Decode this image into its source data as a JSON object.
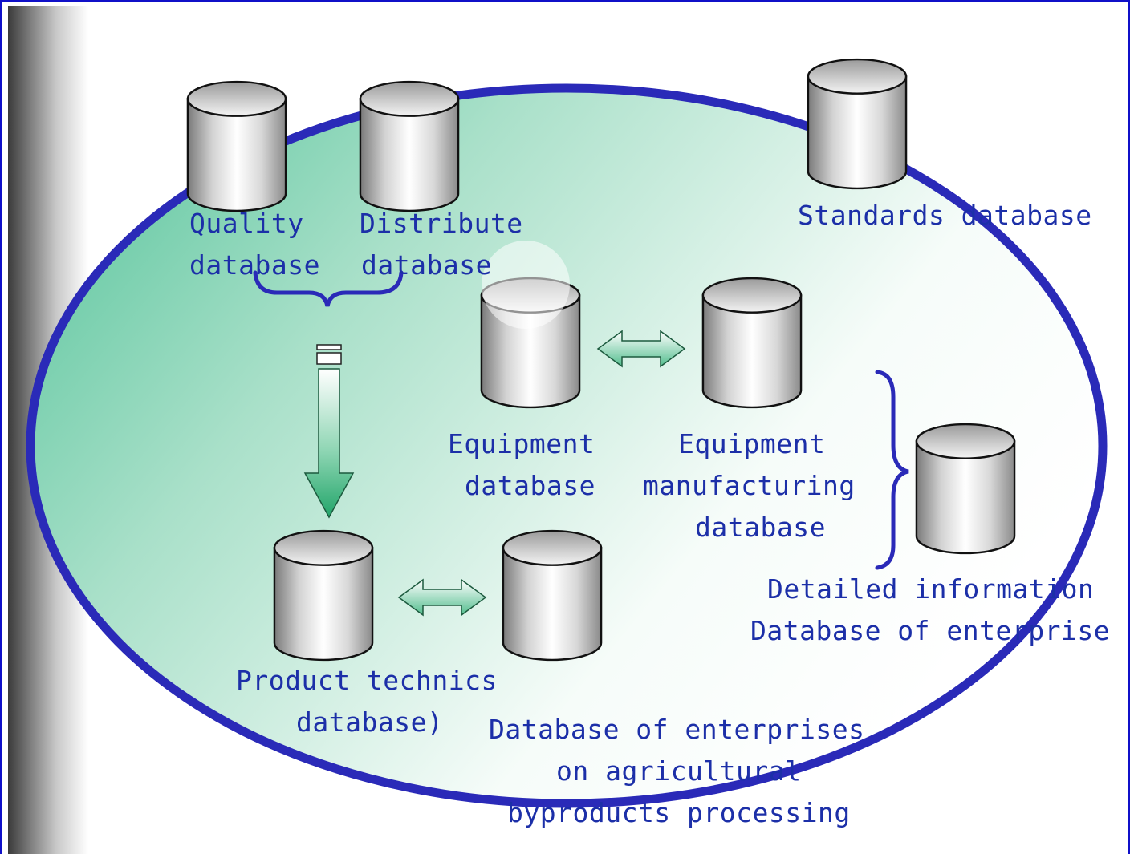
{
  "labels": {
    "quality": [
      "Quality",
      "database"
    ],
    "distribute": [
      "Distribute",
      "database"
    ],
    "standards": "Standards database",
    "equipment": [
      "Equipment",
      "database"
    ],
    "equipment_mfg": [
      "Equipment",
      "manufacturing",
      "database"
    ],
    "detailed": [
      "Detailed information",
      "Database of enterprise"
    ],
    "product": [
      "Product technics",
      "database)"
    ],
    "agri": [
      "Database of enterprises",
      "on agricultural",
      "byproducts processing"
    ]
  },
  "colors": {
    "ellipse_stroke": "#2a2ab8",
    "ellipse_fill_start": "#4fc197",
    "label_text": "#1c2fa8",
    "arrow_fill": "#3fb07e",
    "frame_border": "#1010c8"
  },
  "icons": {
    "database": "database-cylinder-icon",
    "double_arrow": "double-arrow-icon",
    "down_arrow": "down-arrow-icon",
    "brace": "curly-brace-icon"
  }
}
